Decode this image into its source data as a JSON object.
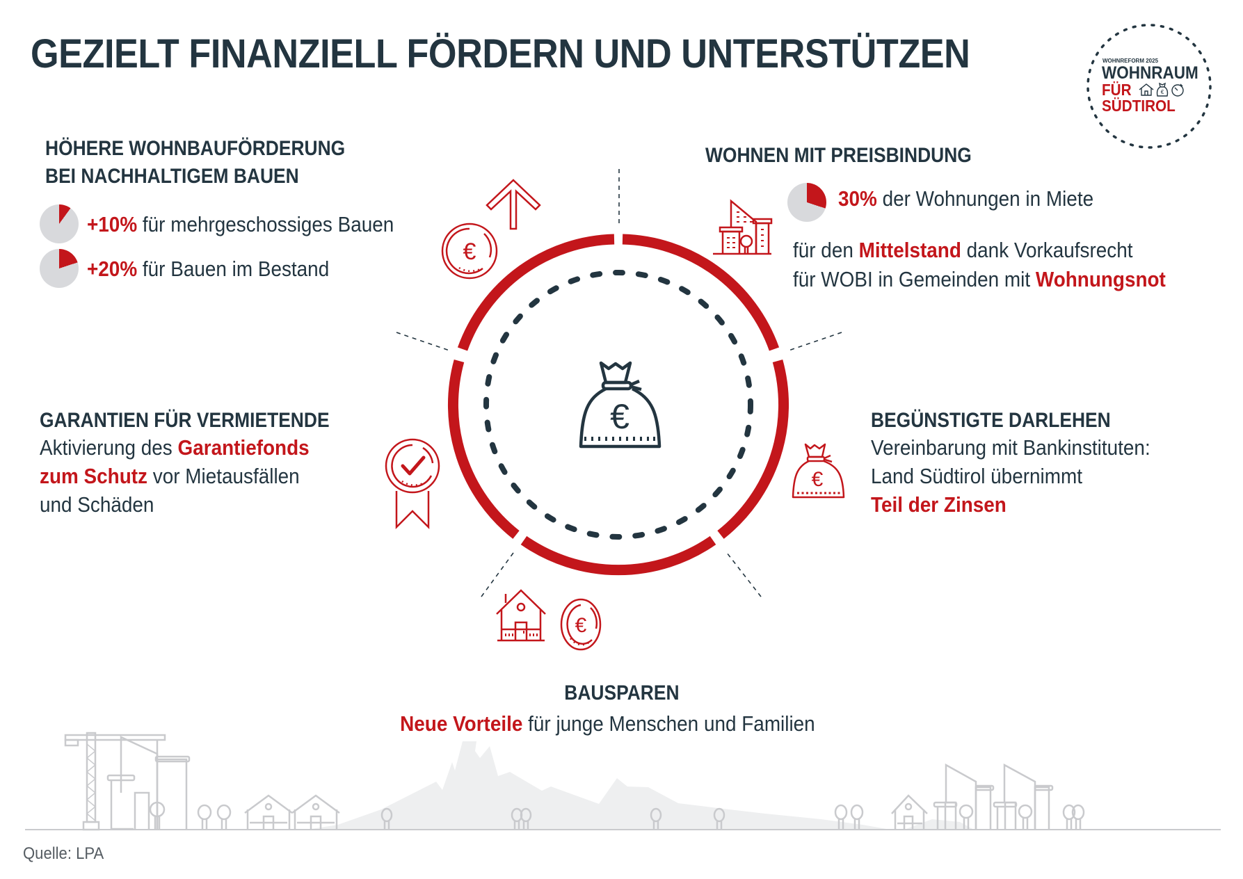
{
  "title": "GEZIELT FINANZIELL FÖRDERN UND UNTERSTÜTZEN",
  "logo": {
    "kicker": "WOHNREFORM 2025",
    "line1": "WOHNRAUM",
    "line2": "FÜR",
    "line3": "SÜDTIROL",
    "icons": [
      "house-icon",
      "money-bag-icon",
      "stopwatch-icon"
    ]
  },
  "colors": {
    "accent": "#c3161b",
    "text": "#233540",
    "pie_gray": "#d8d9dc",
    "skyline_gray": "#c9cacd"
  },
  "sections": {
    "wohnbaufoerderung": {
      "heading_line1": "HÖHERE WOHNBAUFÖRDERUNG",
      "heading_line2": "BEI NACHHALTIGEM BAUEN",
      "items": [
        {
          "value": "+10%",
          "text": "für mehrgeschossiges Bauen",
          "pie_percent": 10
        },
        {
          "value": "+20%",
          "text": "für Bauen im Bestand",
          "pie_percent": 20
        }
      ],
      "icons": [
        "arrow-up-icon",
        "euro-coin-icon"
      ]
    },
    "preisbindung": {
      "heading": "WOHNEN MIT PREISBINDUNG",
      "stat_value": "30%",
      "stat_text": "der Wohnungen in Miete",
      "pie_percent": 30,
      "line1_pre": "für den",
      "line1_highlight": "Mittelstand",
      "line1_post": "dank Vorkaufsrecht",
      "line2_pre": "für WOBI in Gemeinden mit",
      "line2_highlight": "Wohnungsnot",
      "icon": "apartment-buildings-icon"
    },
    "garantien": {
      "heading": "GARANTIEN FÜR VERMIETENDE",
      "line1_pre": "Aktivierung des",
      "line1_highlight": "Garantiefonds",
      "line2_highlight": "zum Schutz",
      "line2_post": "vor Mietausfällen",
      "line3": "und Schäden",
      "icon": "award-check-icon"
    },
    "darlehen": {
      "heading": "BEGÜNSTIGTE DARLEHEN",
      "line1": "Vereinbarung mit Bankinstituten:",
      "line2": "Land Südtirol übernimmt",
      "line3_highlight": "Teil der Zinsen",
      "icon": "money-bag-icon"
    },
    "bausparen": {
      "heading": "BAUSPAREN",
      "highlight": "Neue Vorteile",
      "text": "für junge Menschen und Familien",
      "icons": [
        "house-icon",
        "euro-coin-icon"
      ]
    }
  },
  "center": {
    "icon": "money-bag-euro-icon"
  },
  "footer": {
    "source": "Quelle: LPA"
  }
}
